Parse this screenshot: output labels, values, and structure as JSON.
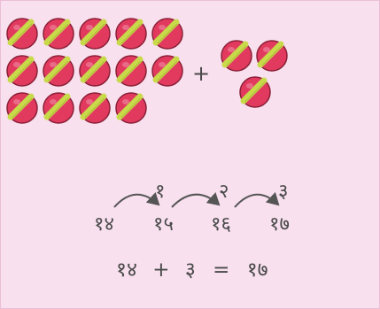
{
  "balls_group1_count": 14,
  "balls_group2_count": 3,
  "plus_sign": "+",
  "number_line": {
    "numbers": [
      "१४",
      "१५",
      "१६",
      "१७"
    ],
    "steps": [
      "१",
      "२",
      "३"
    ]
  },
  "equation": {
    "left": "१४",
    "op": "+",
    "right": "३",
    "equals": "=",
    "result": "१७"
  },
  "colors": {
    "ball": "#e23a5f",
    "stripe": "#c8d94a",
    "background": "#f8e0ee"
  }
}
